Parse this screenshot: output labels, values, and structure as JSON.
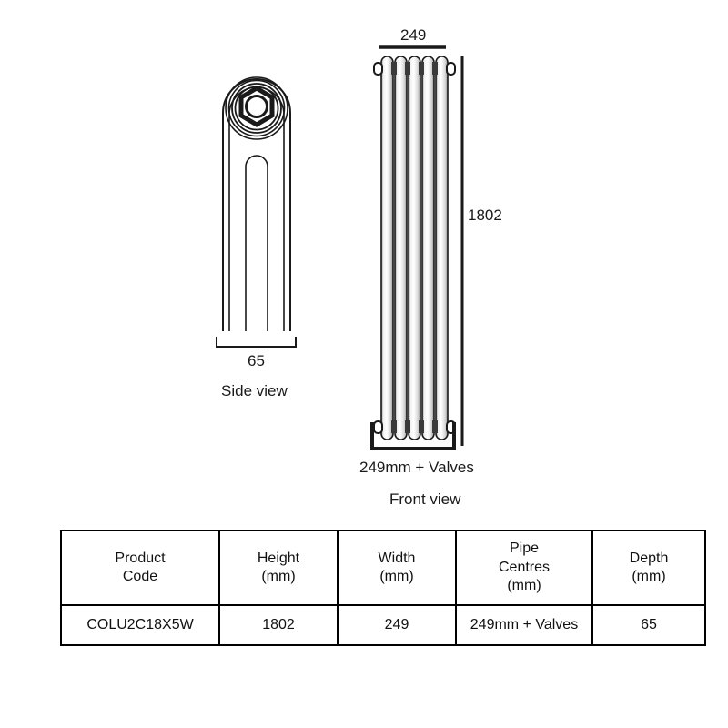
{
  "drawing": {
    "side_view": {
      "label": "Side view",
      "depth_dimension": "65",
      "icon": "radiator-side-section"
    },
    "front_view": {
      "label": "Front view",
      "width_dimension": "249",
      "height_dimension": "1802",
      "pipe_centres_dimension": "249mm + Valves",
      "column_count": 5,
      "icon": "radiator-front-columns"
    }
  },
  "spec_table": {
    "headers": [
      {
        "line1": "Product",
        "line2": "Code",
        "line3": ""
      },
      {
        "line1": "Height",
        "line2": "(mm)",
        "line3": ""
      },
      {
        "line1": "Width",
        "line2": "(mm)",
        "line3": ""
      },
      {
        "line1": "Pipe",
        "line2": "Centres",
        "line3": "(mm)"
      },
      {
        "line1": "Depth",
        "line2": "(mm)",
        "line3": ""
      }
    ],
    "rows": [
      {
        "product_code": "COLU2C18X5W",
        "height": "1802",
        "width": "249",
        "pipe_centres": "249mm + Valves",
        "depth": "65"
      }
    ]
  },
  "colors": {
    "line": "#1a1a1a",
    "table_border": "#000000",
    "background": "#ffffff",
    "tube_shade": "#b9b9b9"
  }
}
